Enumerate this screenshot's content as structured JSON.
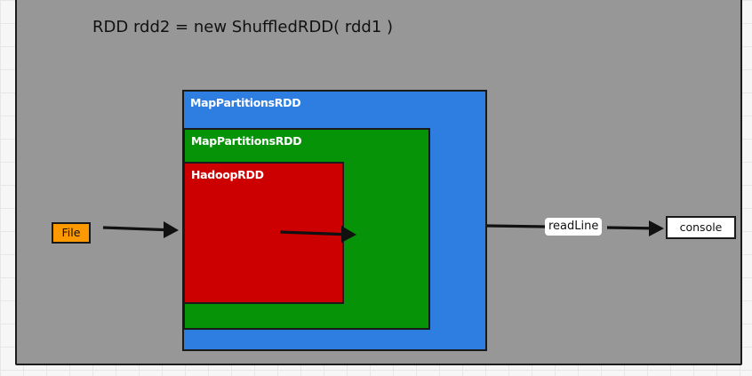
{
  "diagram": {
    "code_line": "RDD rdd2 = new ShuffledRDD( rdd1 )",
    "rdds": {
      "outer": {
        "label": "MapPartitionsRDD",
        "color": "#2e7de1"
      },
      "middle": {
        "label": "MapPartitionsRDD",
        "color": "#079307"
      },
      "inner": {
        "label": "HadoopRDD",
        "color": "#cc0000"
      }
    },
    "input": {
      "label": "File",
      "color": "#ff9900"
    },
    "edge_label": "readLine",
    "output": {
      "label": "console"
    },
    "panel_color": "#979797"
  }
}
